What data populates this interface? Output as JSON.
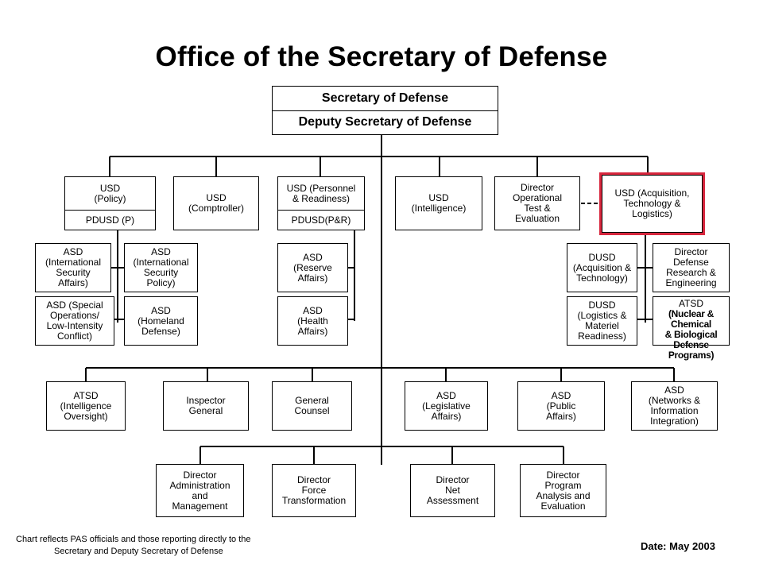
{
  "title": "Office of the Secretary of Defense",
  "secretary": "Secretary of Defense",
  "deputy": "Deputy Secretary of Defense",
  "usd_policy": {
    "top": "USD\n(Policy)",
    "bottom": "PDUSD (P)"
  },
  "usd_comptroller": "USD\n(Comptroller)",
  "usd_pr": {
    "top": "USD (Personnel\n& Readiness)",
    "bottom": "PDUSD(P&R)"
  },
  "usd_intel": "USD\n(Intelligence)",
  "dir_ote": "Director\nOperational\nTest &\nEvaluation",
  "usd_atl": "USD (Acquisition,\nTechnology &\nLogistics)",
  "asd_isa": "ASD\n(International\nSecurity\nAffairs)",
  "asd_isp": "ASD\n(International\nSecurity\nPolicy)",
  "asd_solic": "ASD (Special\nOperations/\nLow-Intensity\nConflict)",
  "asd_hd": "ASD\n(Homeland\nDefense)",
  "asd_ra": "ASD\n(Reserve\nAffairs)",
  "asd_ha": "ASD\n(Health\nAffairs)",
  "dusd_at": "DUSD\n(Acquisition &\nTechnology)",
  "ddre": "Director\nDefense\nResearch &\nEngineering",
  "dusd_lmr": "DUSD\n(Logistics &\nMateriel\nReadiness)",
  "atsd_ncb": {
    "head": "ATSD",
    "body": "(Nuclear & Chemical\n& Biological Defense\nPrograms)"
  },
  "atsd_io": "ATSD\n(Intelligence\nOversight)",
  "ig": "Inspector\nGeneral",
  "gc": "General\nCounsel",
  "asd_la": "ASD\n(Legislative\nAffairs)",
  "asd_pa": "ASD\n(Public\nAffairs)",
  "asd_nii": "ASD\n(Networks &\nInformation\nIntegration)",
  "dir_am": "Director\nAdministration\nand\nManagement",
  "dir_ft": "Director\nForce\nTransformation",
  "dir_na": "Director\nNet\nAssessment",
  "dir_pae": "Director\nProgram\nAnalysis and\nEvaluation",
  "footnote": {
    "line1": "Chart reflects PAS officials and those reporting directly to the",
    "line2": "Secretary and Deputy Secretary of Defense"
  },
  "date": "Date:  May 2003",
  "colors": {
    "highlight": "#d7263d"
  }
}
